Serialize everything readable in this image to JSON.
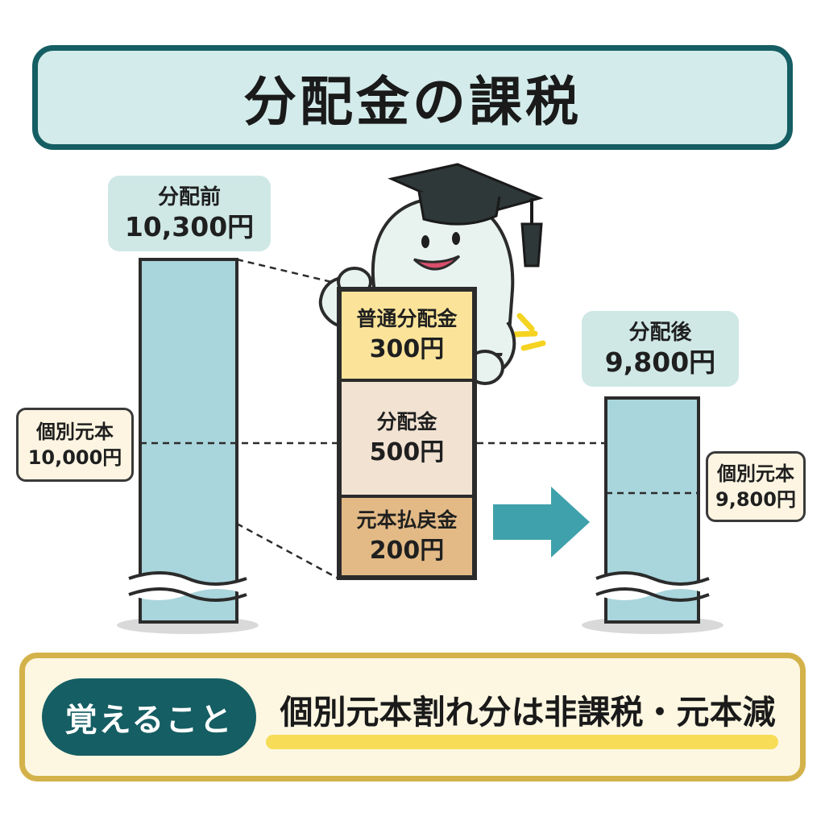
{
  "title": "分配金の課税",
  "before": {
    "label": "分配前",
    "amount": "10,300円"
  },
  "after": {
    "label": "分配後",
    "amount": "9,800円"
  },
  "principal_before": {
    "label": "個別元本",
    "amount": "10,000円"
  },
  "principal_after": {
    "label": "個別元本",
    "amount": "9,800円"
  },
  "breakdown": [
    {
      "name": "普通分配金",
      "amount": "300円",
      "color": "#fbe49a"
    },
    {
      "name": "分配金",
      "amount": "500円",
      "color": "#f1e2d2"
    },
    {
      "name": "元本払戻金",
      "amount": "200円",
      "color": "#e3ba86"
    }
  ],
  "memo": {
    "label": "覚えること",
    "text": "個別元本割れ分は非課税・元本減"
  },
  "colors": {
    "bar": "#a9d5dc",
    "teal": "#155e63",
    "arrow": "#3fa1ab",
    "highlight": "#f7dc57",
    "gold": "#d4b24a",
    "accent": "#f5d321"
  },
  "icons": [
    "mascot-icon",
    "graduation-cap-icon",
    "arrow-right-icon",
    "sparkle-icon"
  ]
}
